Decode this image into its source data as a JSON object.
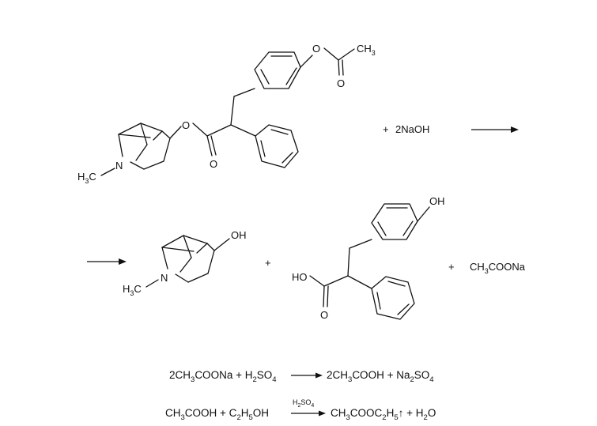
{
  "scheme": {
    "reactant": {
      "methyl_label": "H",
      "methyl_label_sub": "3",
      "methyl_label_tail": "C",
      "nitrogen_label": "N",
      "ester_oxygen_label": "O",
      "carbonyl_oxygen_label": "O",
      "acetoxy_oxygen_label": "O",
      "acetoxy_carbonyl_oxygen_label": "O",
      "acetyl_methyl_label": "CH",
      "acetyl_methyl_sub": "3"
    },
    "reagent": {
      "plus": "+",
      "text": "2NaOH"
    },
    "products": {
      "tropine": {
        "methyl_label": "H",
        "methyl_label_sub": "3",
        "methyl_label_tail": "C",
        "nitrogen_label": "N",
        "hydroxyl_label": "OH"
      },
      "plus_1": "+",
      "acid": {
        "hydroxyl_label": "HO",
        "carbonyl_oxygen_label": "O",
        "phenol_label": "OH"
      },
      "plus_2": "+",
      "acetate": {
        "prefix": "CH",
        "sub": "3",
        "suffix": "COONa"
      }
    },
    "equation_1": {
      "t1": "2CH",
      "s1": "3",
      "t2": "COONa + H",
      "s2": "2",
      "t3": "SO",
      "s3": "4",
      "t4": "2CH",
      "s4": "3",
      "t5": "COOH + Na",
      "s5": "2",
      "t6": "SO",
      "s6": "4"
    },
    "equation_2": {
      "t1": "CH",
      "s1": "3",
      "t2": "COOH + C",
      "s2": "2",
      "t3": "H",
      "s3": "5",
      "t4": "OH",
      "catalyst": "H",
      "catalyst_s1": "2",
      "catalyst_t2": "SO",
      "catalyst_s2": "4",
      "t5": "CH",
      "s5": "3",
      "t6": "COOC",
      "s6": "2",
      "t7": "H",
      "s7": "5",
      "gas": "↑",
      "t8": " + H",
      "s8": "2",
      "t9": "O"
    }
  }
}
